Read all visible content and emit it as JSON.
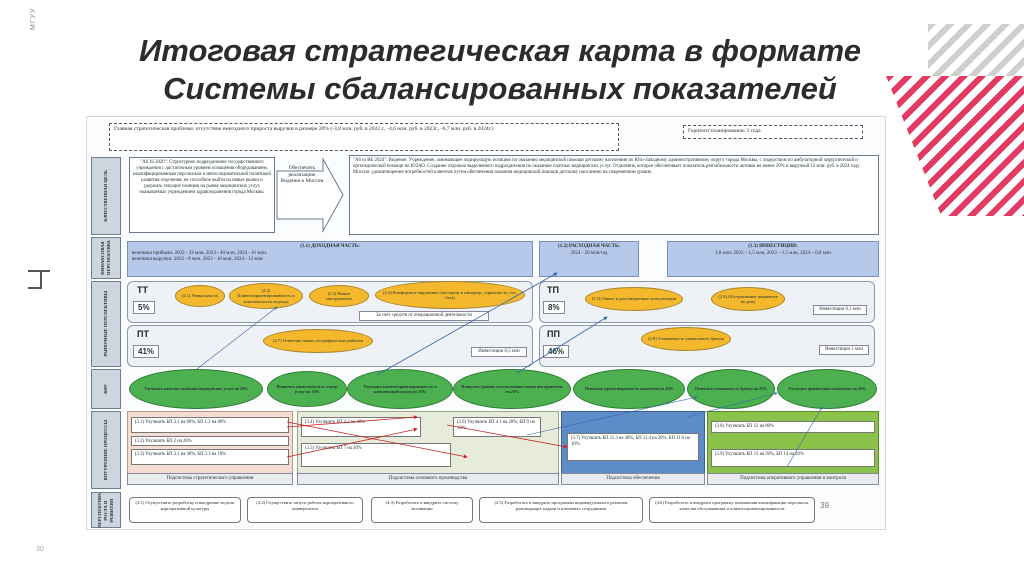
{
  "side_label": "МГУУ",
  "page_number": "30",
  "title": "Итоговая стратегическая карта в формате Системы сбалансированных показателей",
  "doc": {
    "strategic_problem": "Главная стратегическая проблема: отсутствие ежегодного прироста выручки в размере 20% (-3,8 млн. руб. в 2022 г., -4,6 млн. руб. в 2023г., -6,7 млн. руб. в 2024г.)",
    "horizon": "Горизонт планирования: 3 года",
    "row_labels": [
      "КАЧЕСТВЕННАЯ ЦЕЛЬ",
      "ФИНАНСОВАЯ ПЕРСПЕКТИВА",
      "РЫНОЧНЫЕ ПЕРСПЕКТИВЫ",
      "КФУ",
      "ВНУТРЕННИЕ ПРОЦЕССЫ",
      "ПЕРСПЕКТИВА РОСТА И РАЗВИТИЯ"
    ],
    "as_is": "\"AS IS 2020\": Структурное подразделение государственного учреждения с достаточным уровнем оснащения оборудованием, квалифицированным персоналом и непоследовательной политикой развития отделения, не способное выйти на новые рынки и удержать текущие позиции на рынке медицинских услуг, оказываемых учреждением здравоохранения города Москвы.",
    "arrow_note": "Обеспечить реализацию Видения и Миссии",
    "to_be": "\"AS to BE 2024\": Видение: Учреждение, занимающее лидирующую позицию по оказанию медицинской помощи детскому населению по Юго-Западному административному округу города Москвы, с лидерством по амбулаторной хирургической и ортопедической помощи по ЮЗАО. Создание отдельно выделенного подразделения по оказанию платных медицинских услуг. Отделение, которое обеспечивает показатель рентабельности активов не менее 20% и выручкой 12 млн. руб. в 2024 году. Миссия: удовлетворение потребностей клиентов путем обеспечения оказания медицинской помощи детскому населению на современном уровне.",
    "fin_income_title": "(1.1) ДОХОДНАЯ ЧАСТЬ:",
    "fin_income_lines": [
      "величина прибыли: 2022 - 33 млн, 2023 - 40 млн, 2024 - 41 млн.",
      "величина выручки: 2022 - 8 млн, 2023 - 10 млн, 2024 - 12 млн"
    ],
    "fin_expense_title": "(1.2) РАСХОДНАЯ ЧАСТЬ:",
    "fin_expense_line": "2024 - 20 млн/год",
    "fin_invest_title": "(1.3) ИНВЕСТИЦИИ:",
    "fin_invest_line": "3,8 млн: 2022 – 1,5 млн, 2023 – 1,5 млн, 2024 – 0,8 млн",
    "tt": "ТТ",
    "tt_pct": "5%",
    "pt": "ПТ",
    "pt_pct": "41%",
    "tp": "ТП",
    "tp_pct": "8%",
    "pp": "ПП",
    "pp_pct": "46%",
    "market_ovals": [
      "(2.1) Уникальность",
      "(2.2) Клиентоориентированность и комплексность подхода",
      "(2.3) Новые инструменты",
      "(2.4) Комфортное окружение (экстерьер и интерьер, сервисность, тех. база)",
      "(2.5) Очные и дистанционные консультации",
      "(2.6) Обслуживание пациентов на дому",
      "(2.7) Освоение новых географических районов",
      "(2.8) Узнаваемость уникального бренда"
    ],
    "market_small": [
      "За счет средств от операционной деятельности",
      "Инвестиции 0,1 млн",
      "Инвестиции 0,5 млн",
      "Инвестиции 1 млн"
    ],
    "kfu_ovals": [
      "Улучшить качество оказания медицинских услуг на 20%",
      "Повысить уникальность и спектр услуг на 10%",
      "Улучшить клиентоориентированность и комплексный подход на 20%",
      "Повысить уровень использования новых инструментов на 20%",
      "Повысить удовлетворенность пациентов на 40%",
      "Повысить узнаваемость бренда на 20%",
      "Улучшить финансовые показатели на 20%"
    ],
    "internal": [
      "(3.1) Улучшить БП 3.1 на 80%, БП 1.2 на 80%",
      "(3.2) Улучшить БП 2 на 20%",
      "(3.3) Улучшить БП 3.1 на 40%, БП 3.3 на 10%",
      "(3.4) Улучшить БП 4.2 на 40%",
      "(3.5) Улучшить БП 7 на 20%",
      "(3.6) Улучшить БП 4.1 на 20%, БП 9 на 10%",
      "(3.7) Улучшить БП 11.3 на 40%, БП 11.4 на 20%, БП 11.6 на 10%",
      "(3.8) Улучшить БП 12 на 80%",
      "(3.9) Улучшить БП 13 на 20%, БП 14 на 20%"
    ],
    "subsystems": [
      "Подсистема стратегического управления",
      "Подсистема основного производства",
      "Подсистема обеспечения",
      "Подсистема оперативного управления и контроля"
    ],
    "growth": [
      "(4.1) Осуществить разработку и внедрение модели корпоративной культуры",
      "(4.2) Осуществить запуск работы корпоративного университета",
      "(4.3) Разработать и внедрить систему мотивации",
      "(4.5) Разработать и внедрить программы индивидуального развития руководящих кадров и ключевых сотрудников",
      "(4.6) Разработать и внедрить программу повышения квалификации персонала, качества обслуживания и клиентоориентированности"
    ],
    "doc_page": "39"
  }
}
